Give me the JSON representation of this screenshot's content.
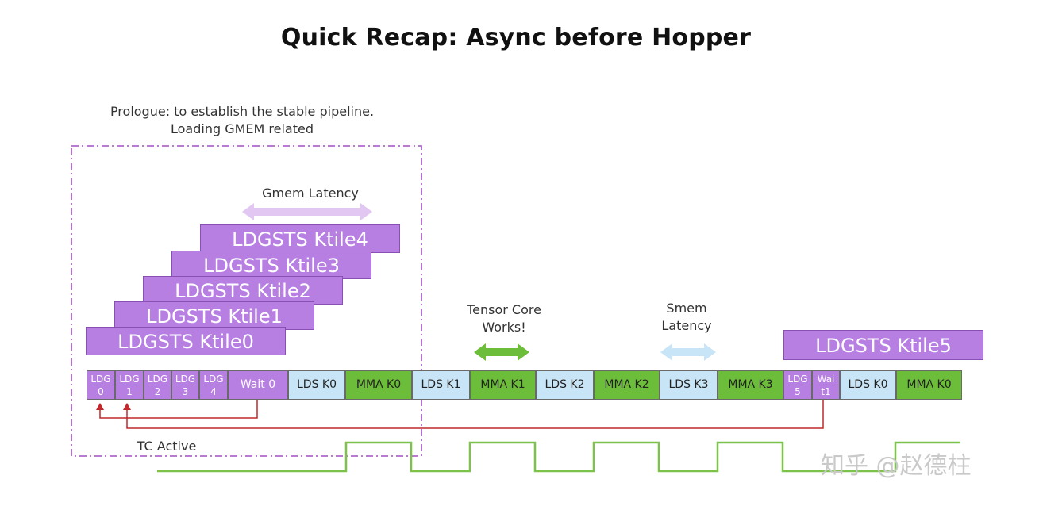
{
  "title": "Quick Recap: Async before Hopper",
  "prologue_caption": [
    "Prologue: to establish the stable pipeline.",
    "Loading GMEM related"
  ],
  "gmem_latency": "Gmem Latency",
  "tensor_core": [
    "Tensor Core",
    "Works!"
  ],
  "smem_latency": [
    "Smem",
    "Latency"
  ],
  "tc_active": "TC Active",
  "watermark": "知乎 @赵德柱",
  "ktiles": [
    "LDGSTS Ktile0",
    "LDGSTS Ktile1",
    "LDGSTS Ktile2",
    "LDGSTS Ktile3",
    "LDGSTS Ktile4"
  ],
  "ktile5": "LDGSTS Ktile5",
  "timeline": [
    {
      "label": "LDG\n0",
      "kind": "purple"
    },
    {
      "label": "LDG\n1",
      "kind": "purple"
    },
    {
      "label": "LDG\n2",
      "kind": "purple"
    },
    {
      "label": "LDG\n3",
      "kind": "purple"
    },
    {
      "label": "LDG\n4",
      "kind": "purple"
    },
    {
      "label": "Wait 0",
      "kind": "purple"
    },
    {
      "label": "LDS K0",
      "kind": "blue"
    },
    {
      "label": "MMA K0",
      "kind": "green"
    },
    {
      "label": "LDS K1",
      "kind": "blue"
    },
    {
      "label": "MMA K1",
      "kind": "green"
    },
    {
      "label": "LDS K2",
      "kind": "blue"
    },
    {
      "label": "MMA K2",
      "kind": "green"
    },
    {
      "label": "LDS K3",
      "kind": "blue"
    },
    {
      "label": "MMA K3",
      "kind": "green"
    },
    {
      "label": "LDG\n5",
      "kind": "purple"
    },
    {
      "label": "Wai\nt1",
      "kind": "purple"
    },
    {
      "label": "LDS K0",
      "kind": "blue"
    },
    {
      "label": "MMA K0",
      "kind": "green"
    }
  ],
  "colors": {
    "ldg_purple": "#b87fe3",
    "gmem_arrow": "#e2c7f2",
    "smem_arrow": "#c8e5f7",
    "mma_green": "#6cbd3a",
    "dependency_red": "#c0282b",
    "prologue_border": "#a24fc4"
  }
}
